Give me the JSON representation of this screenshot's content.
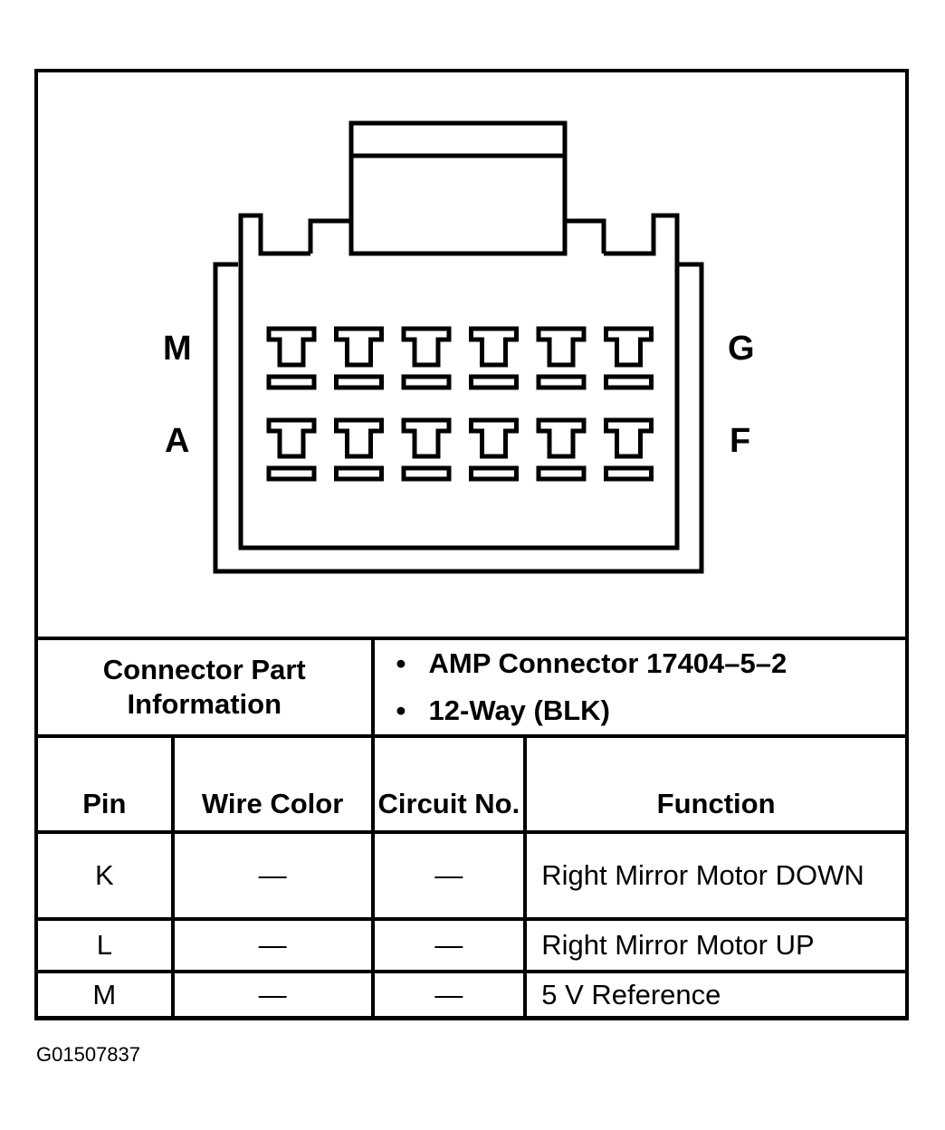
{
  "connector": {
    "pin_labels": {
      "top_left": "M",
      "bottom_left": "A",
      "top_right": "G",
      "bottom_right": "F"
    },
    "pin_rows": 2,
    "pins_per_row": 6
  },
  "part_info": {
    "label": "Connector Part Information",
    "items": [
      "AMP Connector 17404–5–2",
      "12-Way (BLK)"
    ]
  },
  "table": {
    "headers": {
      "pin": "Pin",
      "wire_color": "Wire Color",
      "circuit_no": "Circuit No.",
      "function": "Function"
    },
    "rows": [
      {
        "pin": "K",
        "wire_color": "—",
        "circuit_no": "—",
        "function": "Right Mirror Motor DOWN"
      },
      {
        "pin": "L",
        "wire_color": "—",
        "circuit_no": "—",
        "function": "Right Mirror Motor UP"
      },
      {
        "pin": "M",
        "wire_color": "—",
        "circuit_no": "—",
        "function": "5 V Reference"
      }
    ]
  },
  "figure_id": "G01507837"
}
